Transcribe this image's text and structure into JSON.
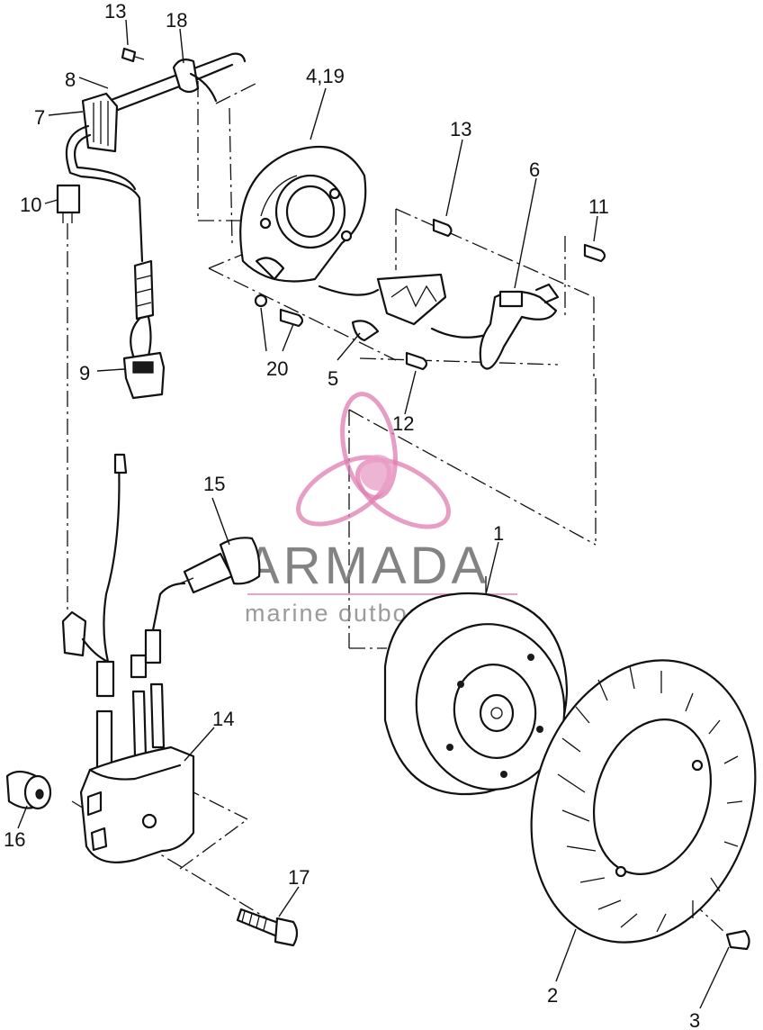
{
  "callouts": [
    {
      "id": "c1",
      "text": "1"
    },
    {
      "id": "c2",
      "text": "2"
    },
    {
      "id": "c3",
      "text": "3"
    },
    {
      "id": "c4_19",
      "text": "4,19"
    },
    {
      "id": "c5",
      "text": "5"
    },
    {
      "id": "c6",
      "text": "6"
    },
    {
      "id": "c7",
      "text": "7"
    },
    {
      "id": "c8",
      "text": "8"
    },
    {
      "id": "c9",
      "text": "9"
    },
    {
      "id": "c10",
      "text": "10"
    },
    {
      "id": "c11",
      "text": "11"
    },
    {
      "id": "c12",
      "text": "12"
    },
    {
      "id": "c13a",
      "text": "13"
    },
    {
      "id": "c13b",
      "text": "13"
    },
    {
      "id": "c14",
      "text": "14"
    },
    {
      "id": "c15",
      "text": "15"
    },
    {
      "id": "c16",
      "text": "16"
    },
    {
      "id": "c17",
      "text": "17"
    },
    {
      "id": "c18",
      "text": "18"
    },
    {
      "id": "c20",
      "text": "20"
    }
  ],
  "watermark": {
    "brand": "ARMADA",
    "tagline": "marine outboards",
    "logo_icon": "propeller-icon",
    "accent_color": "#e07db0"
  },
  "colors": {
    "line": "#111111",
    "background": "#ffffff"
  }
}
